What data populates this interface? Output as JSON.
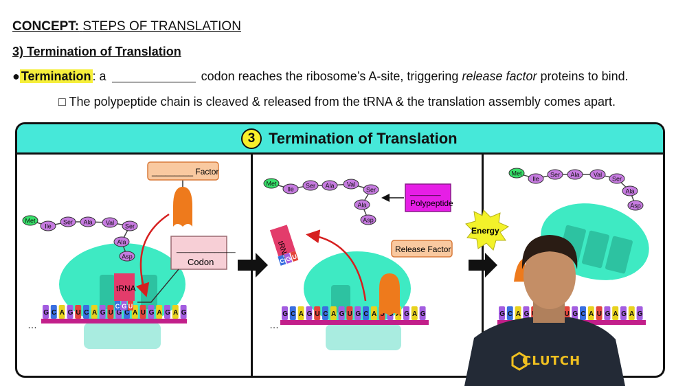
{
  "header": {
    "concept_label": "CONCEPT:",
    "concept_title": "STEPS OF TRANSLATION",
    "section": "3) Termination of Translation",
    "bullet_term": "Termination",
    "bullet_colon": ": a",
    "bullet_rest_1": "codon reaches the ribosome’s A-site, triggering",
    "bullet_italic": "release factor",
    "bullet_rest_2": "proteins to bind.",
    "sub_point": "□ The polypeptide chain is cleaved & released from the tRNA & the translation assembly comes apart."
  },
  "banner": {
    "number": "3",
    "title": "Termination of Translation"
  },
  "panel1": {
    "factor_label": "_________ Factor",
    "codon_line": "______________",
    "codon_label": "Codon",
    "trna_label": "tRNA",
    "anticodon": [
      "C",
      "G",
      "U"
    ],
    "ellipsis": "…"
  },
  "panel2": {
    "polypeptide_line": "________",
    "polypeptide_label": "Polypeptide",
    "release_factor_label": "Release Factor",
    "trna_label": "tRNA",
    "anticodon": [
      "C",
      "G",
      "U"
    ],
    "ellipsis": "…"
  },
  "panel3": {
    "energy_label": "Energy"
  },
  "chain": [
    "Met",
    "Ile",
    "Ser",
    "Ala",
    "Val",
    "Ser",
    "Ala",
    "Asp"
  ],
  "mrna_sequence": [
    "G",
    "C",
    "A",
    "G",
    "U",
    "C",
    "A",
    "G",
    "U",
    "G",
    "C",
    "A",
    "U",
    "G",
    "A",
    "G",
    "A",
    "G"
  ],
  "logo_text": "CLUTCH",
  "colors": {
    "ribosome": "#3eeac3",
    "aa_purple": "#c67be0",
    "aa_green": "#37e06a",
    "release_factor": "#ee7a1c",
    "trna": "#e33c6b",
    "pink_box": "#f7cfd6",
    "orange_box": "#f9c9a0",
    "magenta_box": "#e61ee6",
    "banner": "#46e8d9"
  }
}
